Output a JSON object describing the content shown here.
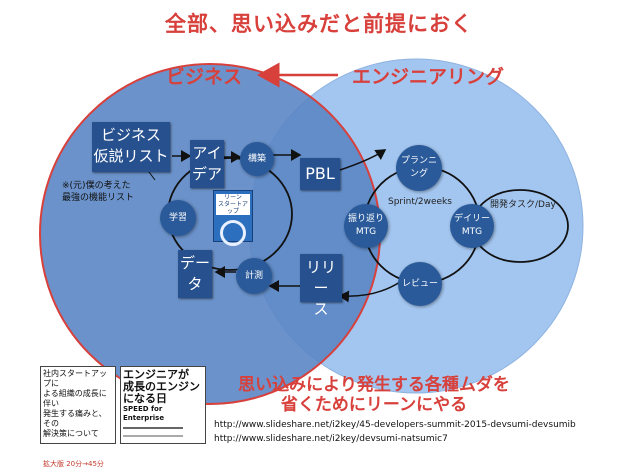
{
  "title": "全部、思い込みだと前提におく",
  "left_label": "ビジネス",
  "right_label": "エンジニアリング",
  "left_boxes": {
    "hypothesis_list": [
      "ビジネス",
      "仮説リスト"
    ],
    "idea": [
      "アイ",
      "デア"
    ],
    "pbl": "PBL",
    "data": [
      "デー",
      "タ"
    ],
    "release": [
      "リリー",
      "ス"
    ]
  },
  "left_nodes": {
    "build": "構築",
    "learn": "学習",
    "measure": "計測"
  },
  "note": [
    "※(元)僕の考えた",
    "最強の機能リスト"
  ],
  "book_title": [
    "リーン",
    "スタートアップ"
  ],
  "right_nodes": {
    "planning": [
      "プランニ",
      "ング"
    ],
    "retro": [
      "振り返り",
      "MTG"
    ],
    "daily": [
      "デイリー",
      "MTG"
    ],
    "review": "レビュー"
  },
  "sprint_label": "Sprint/2weeks",
  "daily_label": "開発タスク/Day",
  "bottom_message": [
    "思い込みにより発生する各種ムダを",
    "省くためにリーンにやる"
  ],
  "thumb1": {
    "lines": [
      "社内スタートアップに",
      "よる組織の成長に伴い",
      "発生する痛みと、その",
      "解決策について"
    ],
    "time": "拡大版 20分→45分"
  },
  "thumb2": {
    "lines": [
      "エンジニアが",
      "成長のエンジン",
      "になる日"
    ],
    "subtitle": "SPEED for Enterprise"
  },
  "urls": [
    "http://www.slideshare.net/i2key/45-developers-summit-2015-devsumi-devsumib",
    "http://www.slideshare.net/i2key/devsumi-natsumic7"
  ],
  "colors": {
    "accent": "#d8403c",
    "left_circle": "#5a86c6",
    "right_circle": "#9cc0ee",
    "box": "#27508e"
  }
}
